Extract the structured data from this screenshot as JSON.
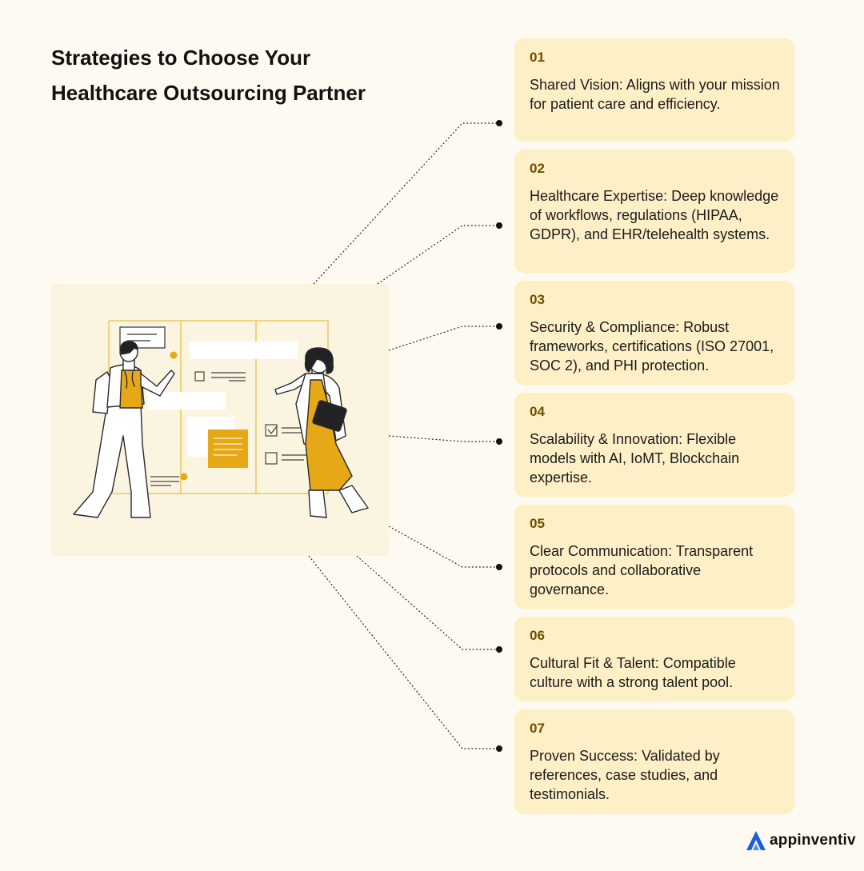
{
  "title": "Strategies to Choose Your Healthcare Outsourcing Partner",
  "colors": {
    "background": "#fffaf1",
    "card_background": "#fdefc6",
    "number": "#6e4e00",
    "accent": "#e6a817",
    "panel": "#fbf4e0",
    "brand_blue": "#1a5fe0"
  },
  "strategies": [
    {
      "number": "01",
      "text": "Shared Vision: Aligns with your mission for patient care and efficiency."
    },
    {
      "number": "02",
      "text": "Healthcare Expertise: Deep knowledge of workflows, regulations (HIPAA, GDPR), and EHR/telehealth systems."
    },
    {
      "number": "03",
      "text": "Security & Compliance: Robust frameworks, certifications (ISO 27001, SOC 2), and PHI protection."
    },
    {
      "number": "04",
      "text": "Scalability & Innovation: Flexible models with AI, IoMT, Blockchain expertise."
    },
    {
      "number": "05",
      "text": "Clear Communication: Transparent protocols and collaborative governance."
    },
    {
      "number": "06",
      "text": "Cultural Fit & Talent: Compatible culture with a strong talent pool."
    },
    {
      "number": "07",
      "text": "Proven Success: Validated by references, case studies, and testimonials."
    }
  ],
  "illustration": {
    "icon": "two-people-planning-board-illustration"
  },
  "brand": {
    "name": "appinventiv",
    "icon": "appinventiv-logo-icon"
  }
}
